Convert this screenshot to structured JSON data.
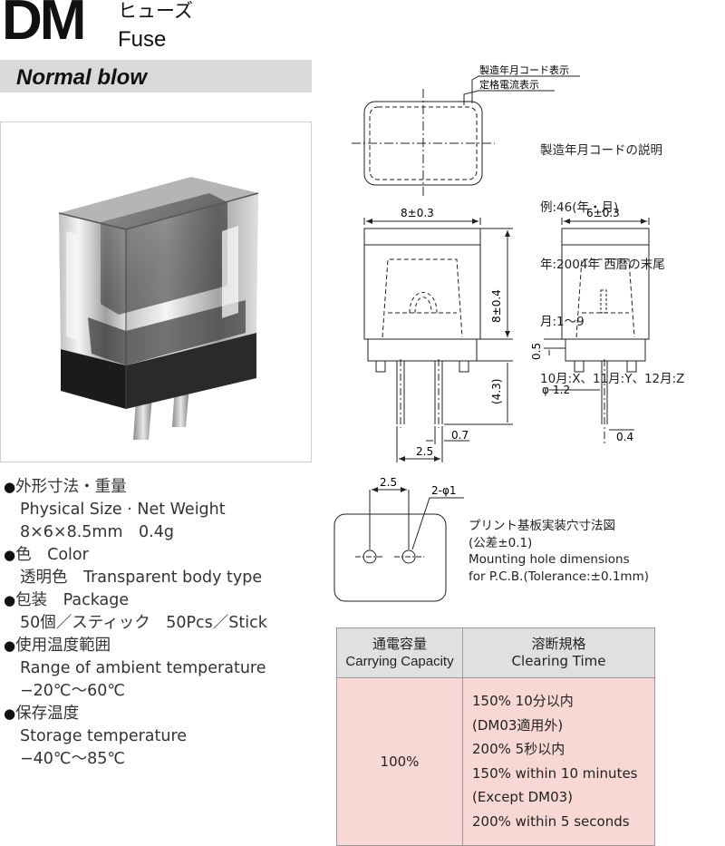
{
  "header": {
    "model": "DM",
    "title_ja": "ヒューズ",
    "title_en": "Fuse",
    "subtitle": "Normal blow"
  },
  "specs": [
    {
      "heading": "外形寸法・重量",
      "lines": [
        "Physical Size · Net Weight",
        "8×6×8.5mm　0.4g"
      ]
    },
    {
      "heading": "色　Color",
      "lines": [
        "透明色　Transparent body type"
      ]
    },
    {
      "heading": "包装　Package",
      "lines": [
        "50個／スティック　50Pcs／Stick"
      ]
    },
    {
      "heading": "使用温度範囲",
      "lines": [
        "Range of ambient temperature",
        "−20℃～60℃"
      ]
    },
    {
      "heading": "保存温度",
      "lines": [
        "Storage temperature",
        "−40℃～85℃"
      ]
    }
  ],
  "drawing": {
    "marking_label_1": "製造年月コード表示",
    "marking_label_2": "定格電流表示",
    "code_notes": [
      "製造年月コードの説明",
      "例:46(年・月)",
      "年:2004年 西暦の末尾",
      "月:1～9",
      "10月:X、11月:Y、12月:Z"
    ],
    "dim_width": "8±0.3",
    "dim_depth": "6±0.3",
    "dim_height": "8±0.4",
    "dim_gap": "0.5",
    "dim_lead_len": "(4.3)",
    "dim_pitch": "2.5",
    "dim_lead_w": "0.7",
    "dim_lead_d": "1.2",
    "dim_lead_t": "0.4",
    "pcb_pitch": "2.5",
    "pcb_hole": "2-φ1",
    "pcb_notes": [
      "プリント基板実装穴寸法図",
      "(公差±0.1)",
      "Mounting hole dimensions",
      "for P.C.B.(Tolerance:±0.1mm)"
    ]
  },
  "table": {
    "col1_ja": "通電容量",
    "col1_en": "Carrying Capacity",
    "col2_ja": "溶断規格",
    "col2_en": "Clearing Time",
    "capacity": "100%",
    "clearing_lines": [
      "150% 10分以内",
      "(DM03適用外)",
      "200% 5秒以内",
      "150% within 10 minutes",
      "(Except DM03)",
      "200% within 5 seconds"
    ]
  },
  "colors": {
    "header_band": "#d9d9d9",
    "table_header": "#e0e0e0",
    "table_body": "#f8d8d4"
  }
}
